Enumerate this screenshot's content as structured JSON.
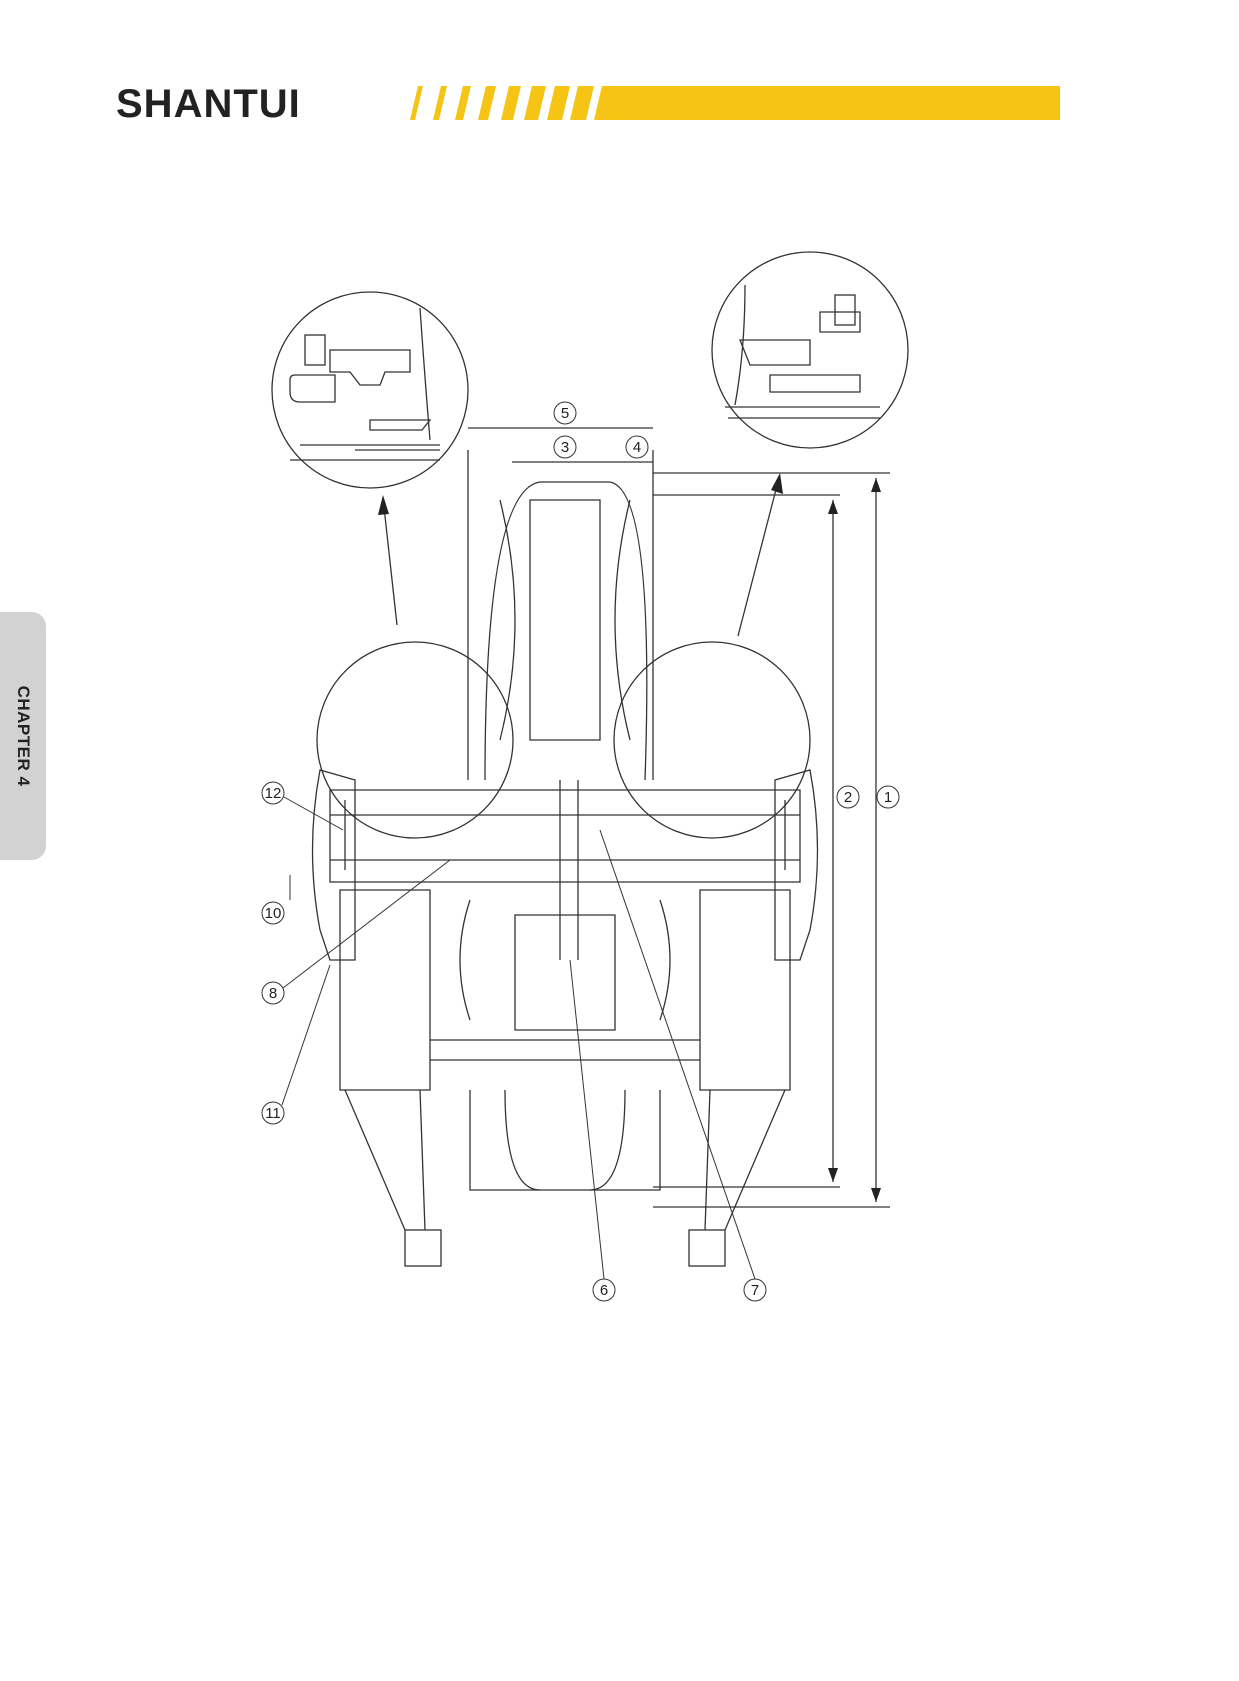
{
  "header": {
    "brand_main": "SHANTUI",
    "accent_color": "#f6c414"
  },
  "side_tab": {
    "label": "CHAPTER 4"
  },
  "callouts": [
    "1",
    "2",
    "3",
    "4",
    "5",
    "6",
    "7",
    "8",
    "10",
    "11",
    "12"
  ]
}
